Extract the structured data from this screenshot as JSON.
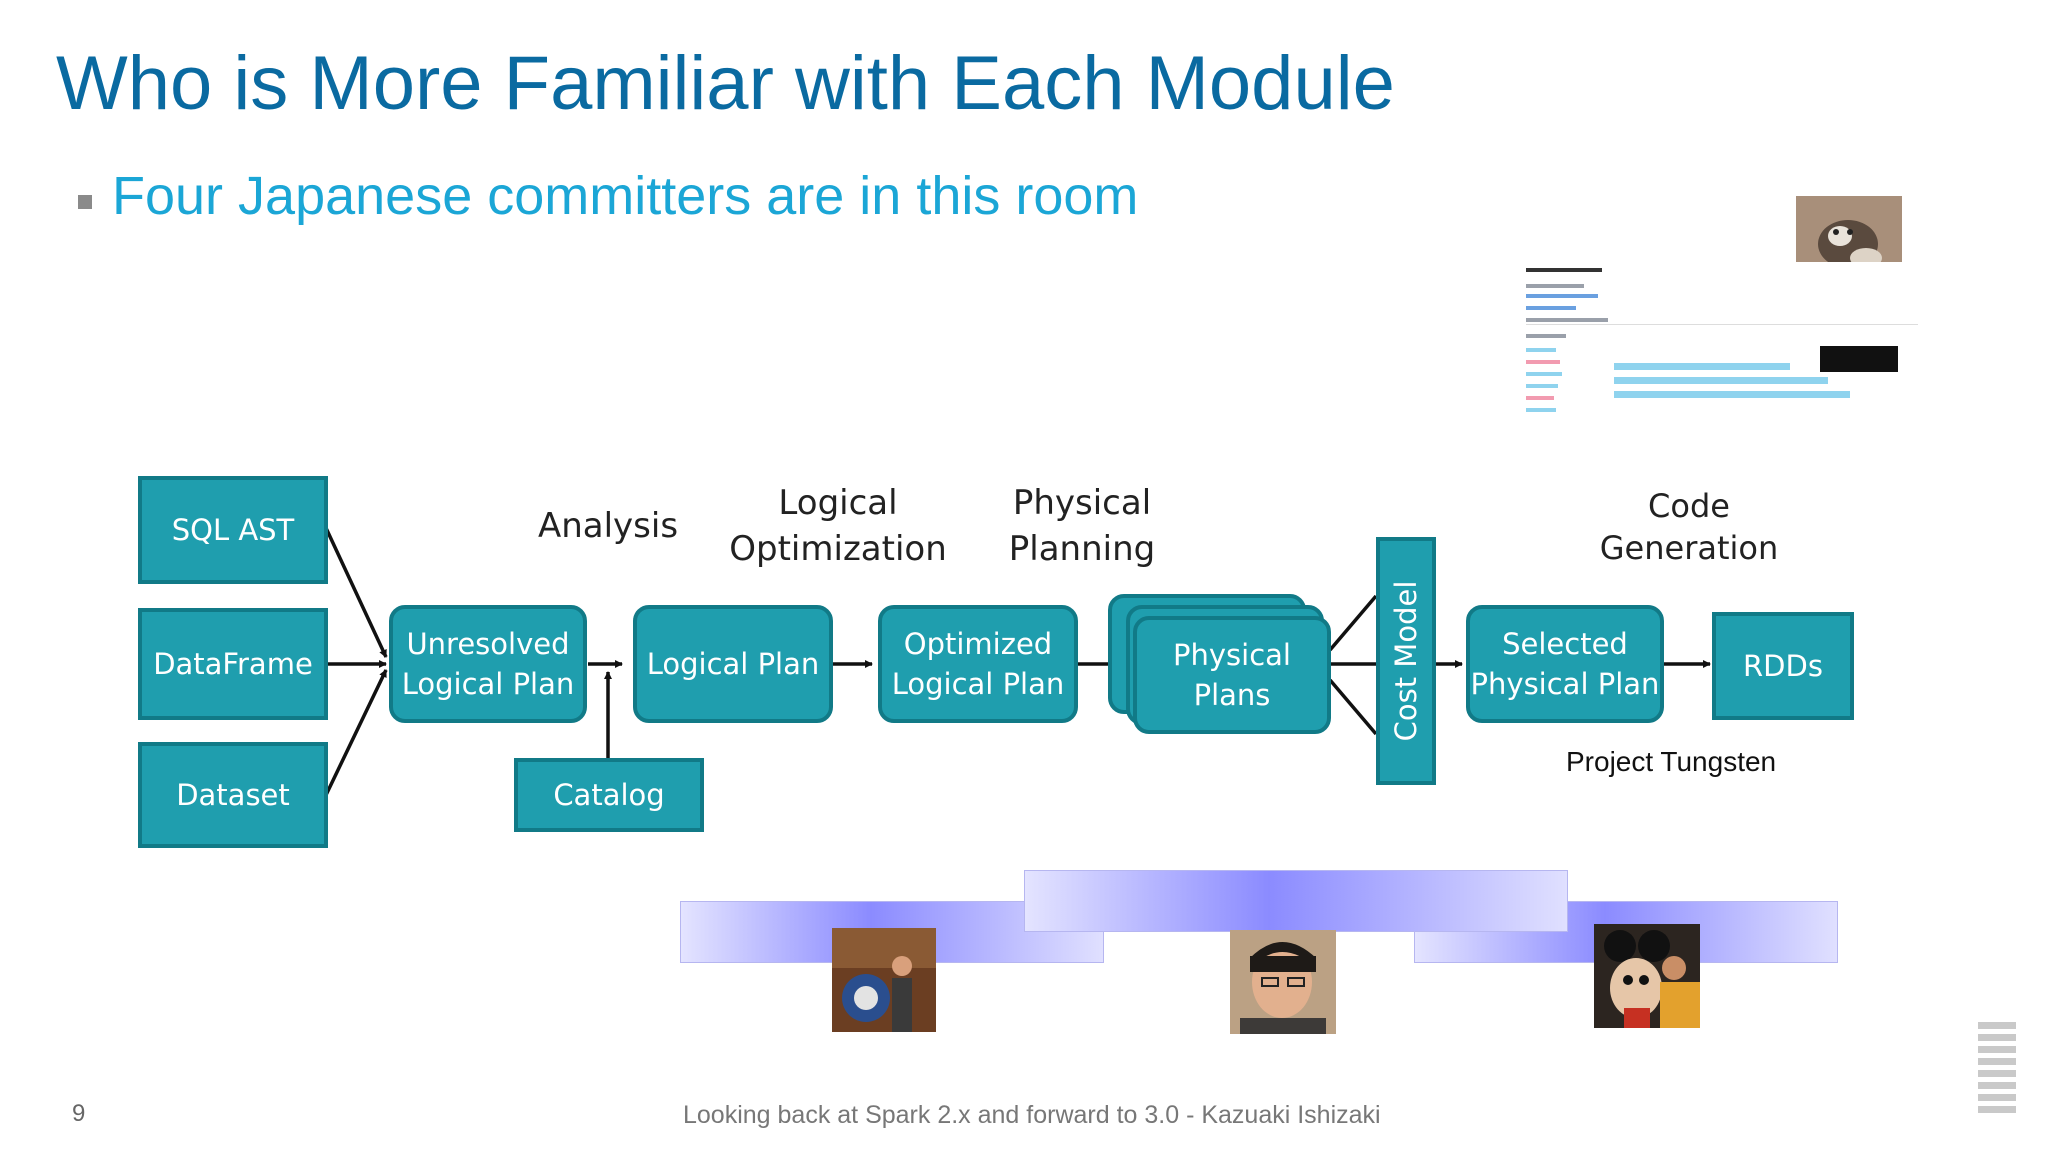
{
  "slide": {
    "title": "Who is More Familiar with Each Module",
    "bullet": "Four Japanese committers are in this room",
    "page_number": "9",
    "footer": "Looking back at Spark 2.x and forward to 3.0 - Kazuaki Ishizaki"
  },
  "diagram": {
    "inputs": {
      "sql_ast": "SQL AST",
      "dataframe": "DataFrame",
      "dataset": "Dataset"
    },
    "boxes": {
      "unresolved": [
        "Unresolved",
        "Logical Plan"
      ],
      "logical_plan": "Logical Plan",
      "optimized": [
        "Optimized",
        "Logical Plan"
      ],
      "physical_plans": [
        "Physical",
        "Plans"
      ],
      "cost_model": "Cost Model",
      "selected": [
        "Selected",
        "Physical Plan"
      ],
      "rdds": "RDDs",
      "catalog": "Catalog"
    },
    "stages": {
      "analysis": "Analysis",
      "logical_optimization": [
        "Logical",
        "Optimization"
      ],
      "physical_planning": [
        "Physical",
        "Planning"
      ],
      "code_generation": [
        "Code",
        "Generation"
      ]
    },
    "tungsten": "Project Tungsten"
  },
  "colors": {
    "title": "#0a6aa1",
    "bullet": "#1ba6d6",
    "box_fill": "#1f9eae",
    "box_border": "#117a87",
    "band": "#8b8bff"
  }
}
